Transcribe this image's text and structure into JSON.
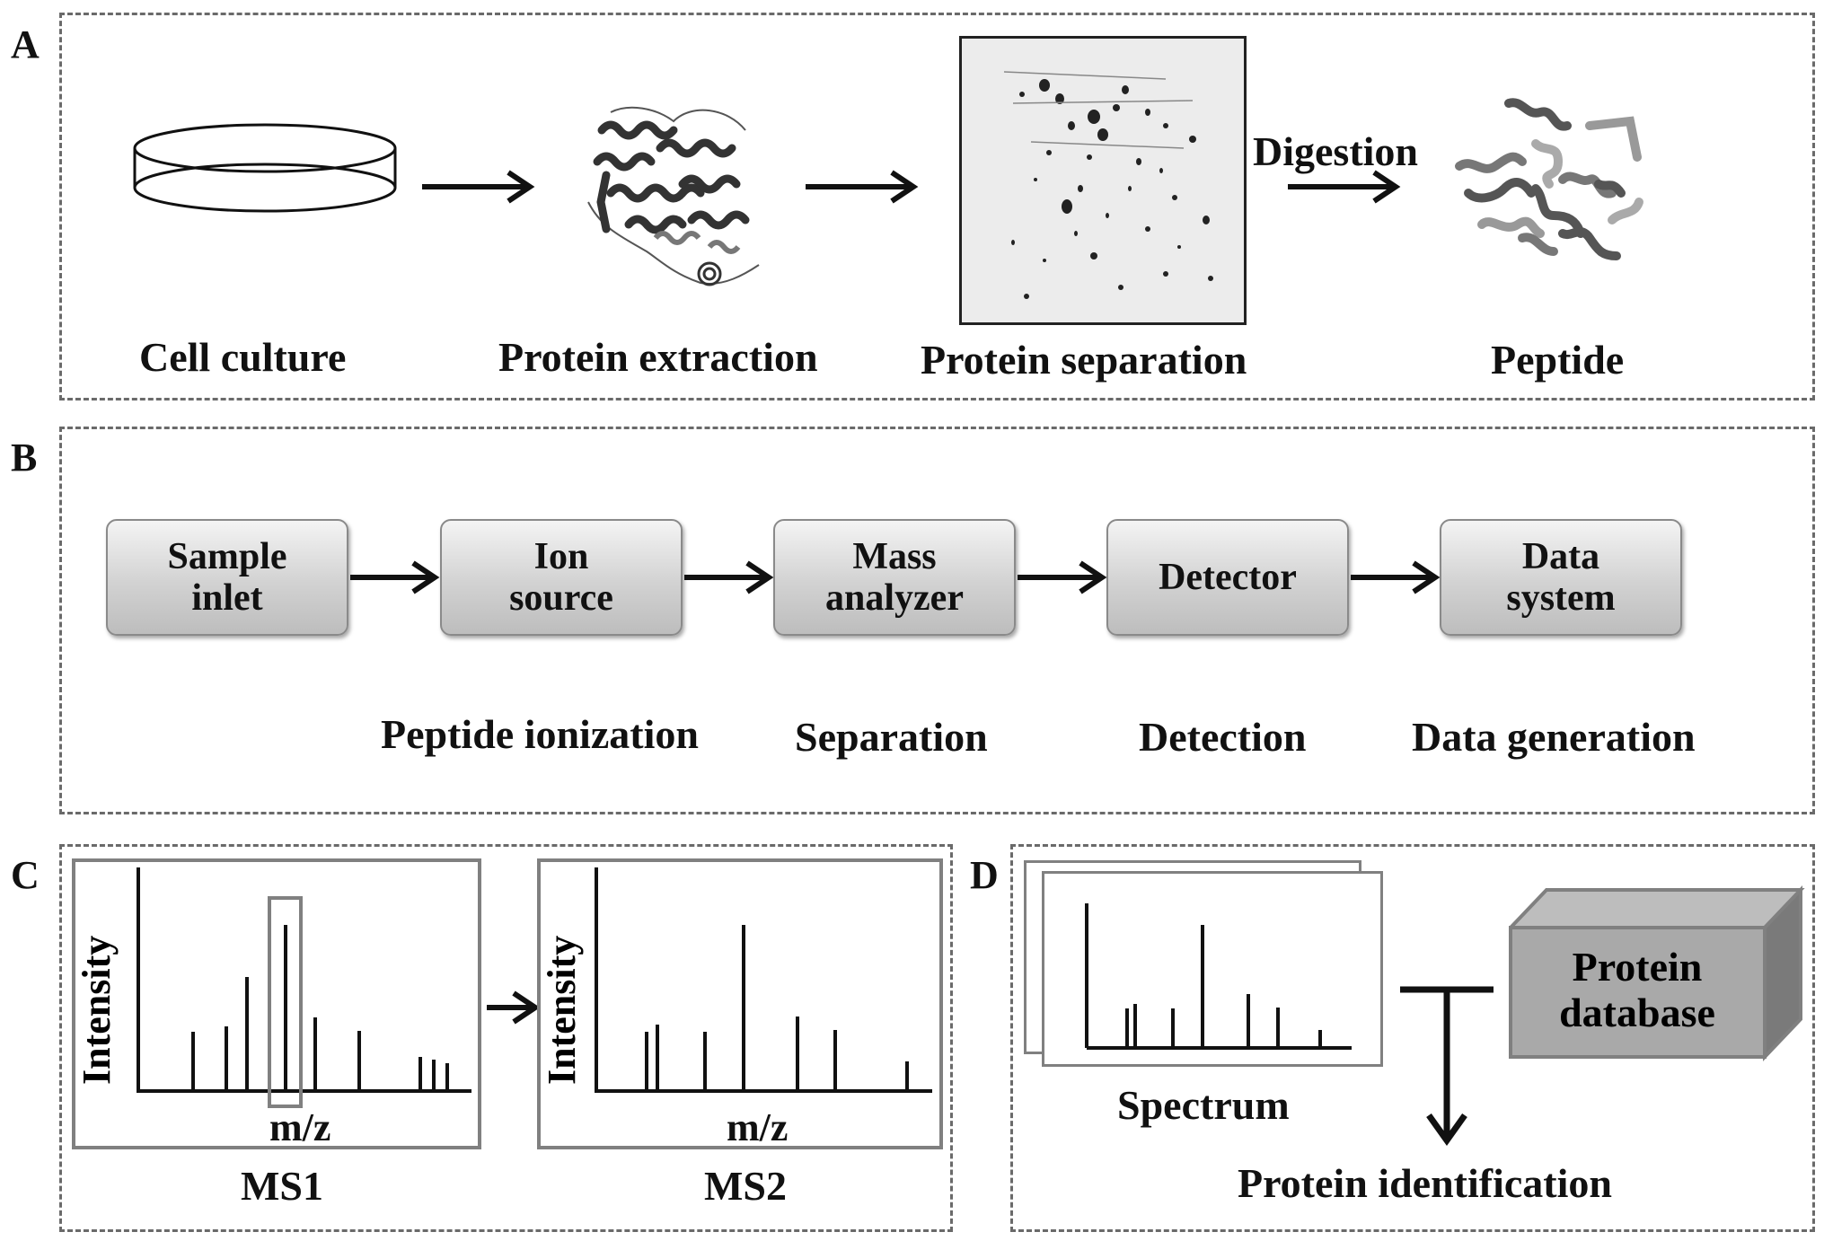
{
  "panels": {
    "a": "A",
    "b": "B",
    "c": "C",
    "d": "D"
  },
  "panel_a": {
    "steps": [
      "Cell culture",
      "Protein extraction",
      "Protein separation",
      "Peptide"
    ],
    "digestion_label": "Digestion"
  },
  "panel_b": {
    "boxes": [
      "Sample\ninlet",
      "Ion\nsource",
      "Mass\nanalyzer",
      "Detector",
      "Data\nsystem"
    ],
    "captions": [
      "Peptide ionization",
      "Separation",
      "Detection",
      "Data generation"
    ]
  },
  "panel_c": {
    "ms1": {
      "ylabel": "Intensity",
      "xlabel": "m/z",
      "title": "MS1"
    },
    "ms2": {
      "ylabel": "Intensity",
      "xlabel": "m/z",
      "title": "MS2"
    }
  },
  "panel_d": {
    "spectrum_label": "Spectrum",
    "database_label_line1": "Protein",
    "database_label_line2": "database",
    "result_label": "Protein identification"
  },
  "colors": {
    "frame": "#6a6a6a",
    "box_border": "#808080",
    "database_fill": "#a9a9a9"
  }
}
